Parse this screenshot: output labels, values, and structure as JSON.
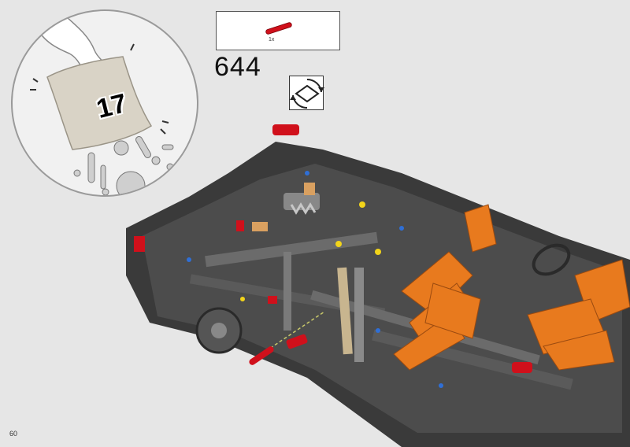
{
  "callout": {
    "bag_number": "17",
    "icon": "bag-icon"
  },
  "parts_list": {
    "items": [
      {
        "part": "red-axle-pin",
        "quantity": "1x",
        "color": "#d0101b"
      }
    ]
  },
  "step": {
    "number": "644",
    "rotate_icon": "rotate-model-icon"
  },
  "page": {
    "number": "60"
  },
  "colors": {
    "background": "#e6e6e6",
    "model_dark": "#3a3a3a",
    "model_orange": "#e87a1e",
    "highlight_red": "#d0101b"
  }
}
